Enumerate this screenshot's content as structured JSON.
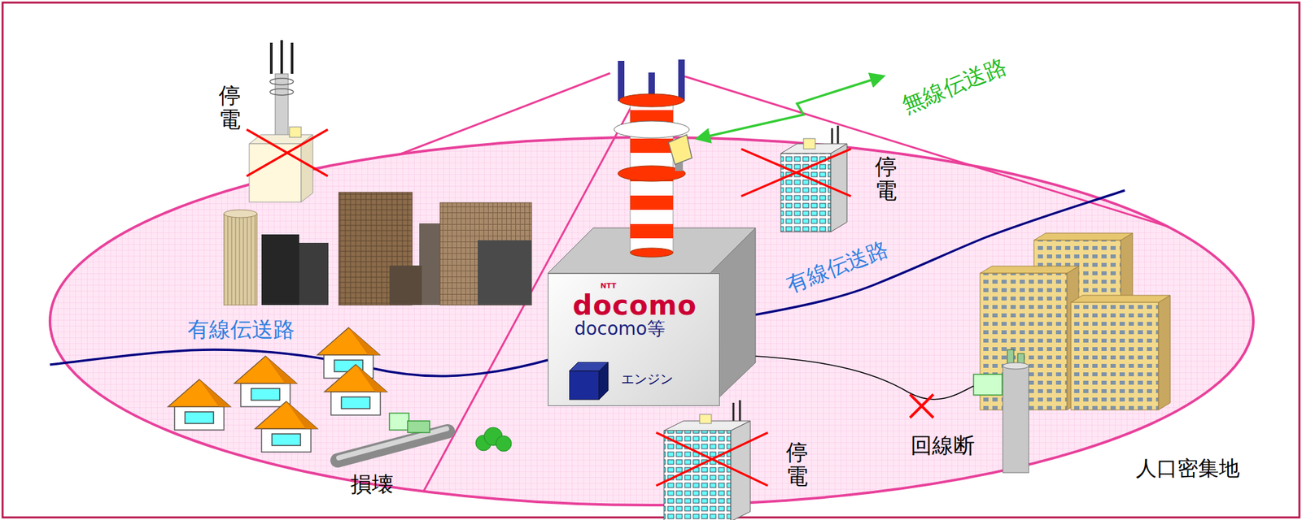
{
  "diagram": {
    "nodes": [
      {
        "text": [
          "NTT",
          "docomo",
          "docomo等"
        ]
      },
      {
        "text": [
          "エンジン"
        ],
        "in": 0
      }
    ],
    "labels": [
      "停電",
      "無線伝送路",
      "停電",
      "有線伝送路",
      "有線伝送路",
      "損壊",
      "停電",
      "回線断",
      "人口密集地"
    ]
  }
}
